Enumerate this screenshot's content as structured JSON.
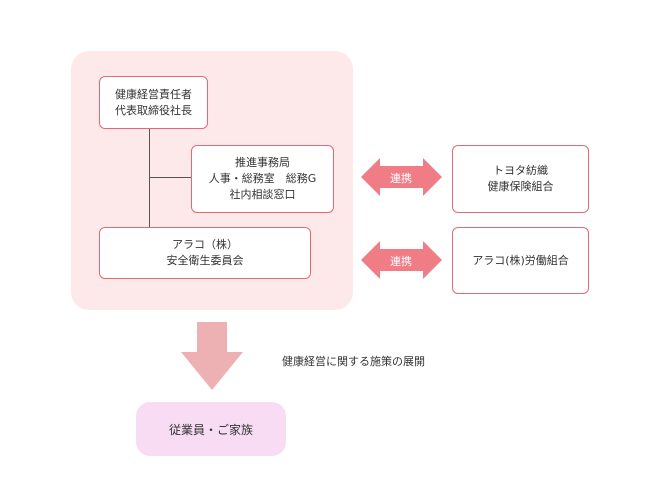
{
  "diagram": {
    "ceo_box": {
      "lines": [
        "健康経営責任者",
        "代表取締役社長"
      ]
    },
    "secretariat_box": {
      "lines": [
        "推進事務局",
        "人事・総務室　総務G",
        "社内相談窓口"
      ]
    },
    "committee_box": {
      "lines": [
        "アラコ（株）",
        "安全衛生委員会"
      ]
    },
    "partner_top": {
      "lines": [
        "トヨタ紡織",
        "健康保険組合"
      ]
    },
    "partner_bottom": {
      "lines": [
        "アラコ(株)労働組合"
      ]
    },
    "link_label_top": "連携",
    "link_label_bottom": "連携",
    "flow_caption": "健康経営に関する施策の展開",
    "employees_box": "従業員・ご家族"
  },
  "colors": {
    "panel_bg": "#fde9ea",
    "box_border": "#e26a74",
    "double_arrow": "#f07c85",
    "down_arrow": "#eeb1b3",
    "employees_bg": "#f8dcf3"
  }
}
